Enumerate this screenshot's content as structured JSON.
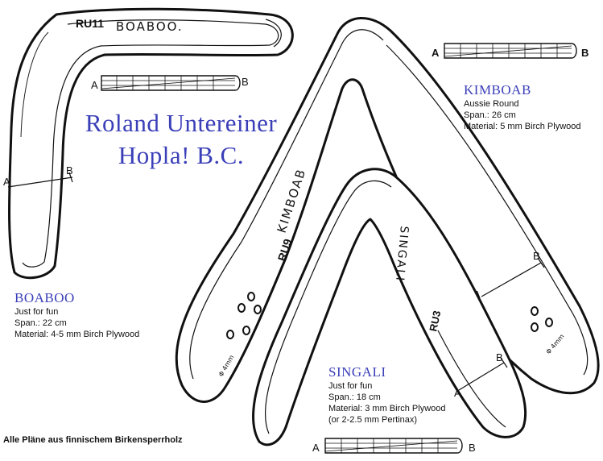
{
  "author": {
    "line1": "Roland Untereiner",
    "line2": "Hopla! B.C."
  },
  "footer": "Alle Pläne aus finnischem Birkensperrholz",
  "boomerangs": [
    {
      "code": "RU11",
      "handname": "BOABOO.",
      "name": "BOABOO",
      "purpose": "Just for fun",
      "span": "Span.: 22 cm",
      "material": "Material: 4-5 mm Birch Plywood",
      "extra": ""
    },
    {
      "code": "RU9",
      "handname": "KIMBOAB",
      "name": "KIMBOAB",
      "purpose": "Aussie Round",
      "span": "Span.: 26 cm",
      "material": "Material: 5 mm Birch Plywood",
      "extra": ""
    },
    {
      "code": "RU3",
      "handname": "SINGALI",
      "name": "SINGALI",
      "purpose": "Just for fun",
      "span": "Span.: 18 cm",
      "material": "Material: 3 mm Birch Plywood",
      "extra": "(or 2-2.5 mm Pertinax)"
    }
  ],
  "section_labels": {
    "a": "A",
    "b": "B"
  },
  "hole_note": "Φ 4mm"
}
